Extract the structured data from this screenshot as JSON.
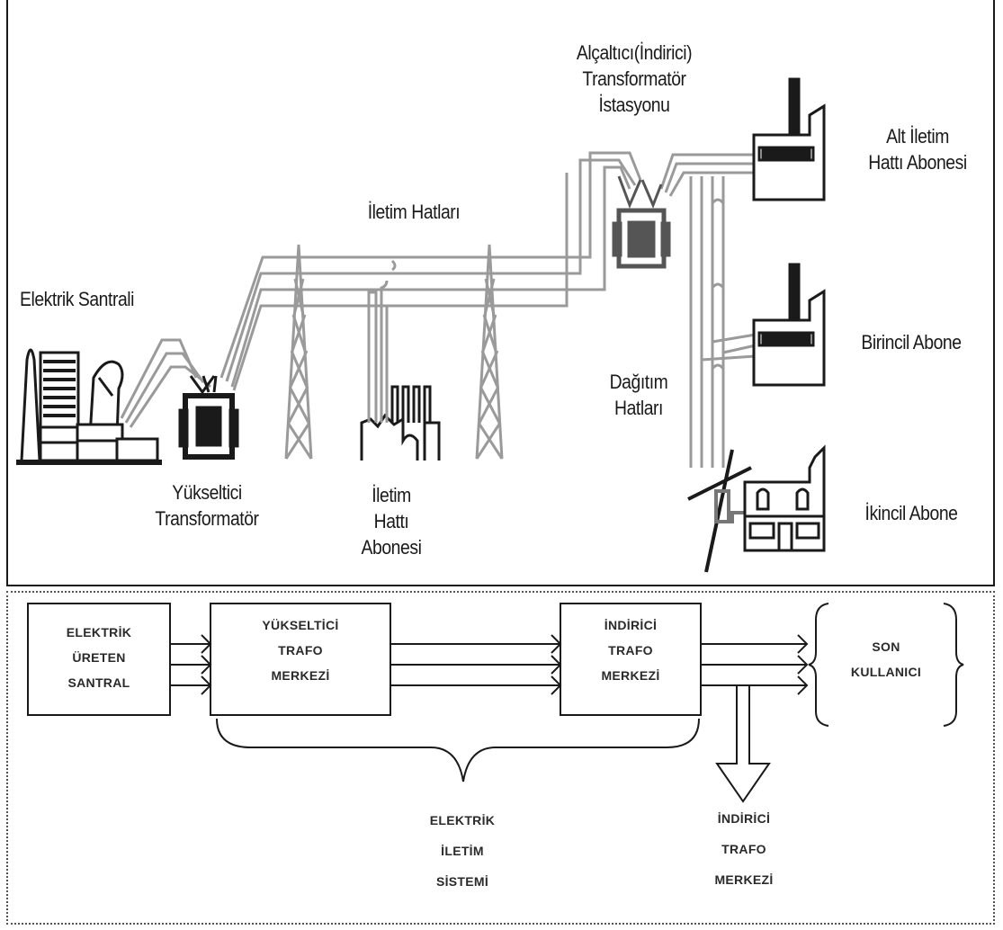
{
  "top": {
    "labels": {
      "power_plant": "Elektrik Santrali",
      "step_up_1": "Yükseltici",
      "step_up_2": "Transformatör",
      "transmission_lines": "İletim Hatları",
      "trans_sub_1": "İletim",
      "trans_sub_2": "Hattı",
      "trans_sub_3": "Abonesi",
      "step_down_1": "Alçaltıcı(İndirici)",
      "step_down_2": "Transformatör",
      "step_down_3": "İstasyonu",
      "distribution_1": "Dağıtım",
      "distribution_2": "Hatları",
      "sub_trans_1": "Alt İletim",
      "sub_trans_2": "Hattı Abonesi",
      "primary": "Birincil Abone",
      "secondary": "İkincil Abone"
    }
  },
  "bottom": {
    "blocks": {
      "plant": [
        "ELEKTRİK",
        "ÜRETEN",
        "SANTRAL"
      ],
      "step_up": [
        "YÜKSELTİCİ",
        "TRAFO",
        "MERKEZİ"
      ],
      "step_down": [
        "İNDİRİCİ",
        "TRAFO",
        "MERKEZİ"
      ],
      "end_user": [
        "SON",
        "KULLANICI"
      ],
      "system": [
        "ELEKTRİK",
        "İLETİM",
        "SİSTEMİ"
      ],
      "step_down_2": [
        "İNDİRİCİ",
        "TRAFO",
        "MERKEZİ"
      ]
    }
  },
  "colors": {
    "line": "#1a1a1a",
    "wire": "#9a9a9a",
    "wire_light": "#c8c8c8"
  }
}
